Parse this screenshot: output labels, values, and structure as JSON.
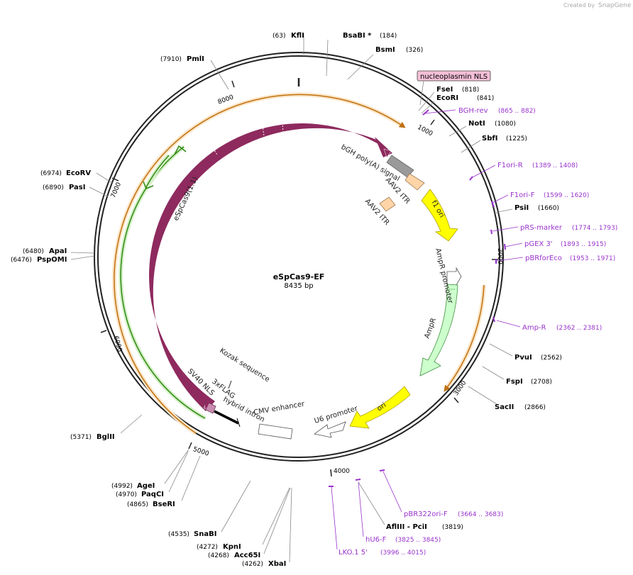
{
  "header": {
    "created_by": "Created by",
    "brand": "SnapGene"
  },
  "plasmid": {
    "name": "eSpCas9-EF",
    "size_label": "8435 bp"
  },
  "ticks": [
    "1000",
    "2000",
    "3000",
    "4000",
    "5000",
    "6000",
    "7000",
    "8000"
  ],
  "sites": [
    {
      "name": "KflI",
      "pos": "(63)"
    },
    {
      "name": "BsaBI *",
      "pos": "(184)"
    },
    {
      "name": "BsmI",
      "pos": "(326)"
    },
    {
      "name": "FseI",
      "pos": "(818)"
    },
    {
      "name": "EcoRI",
      "pos": "(841)"
    },
    {
      "name": "NotI",
      "pos": "(1080)"
    },
    {
      "name": "SbfI",
      "pos": "(1225)"
    },
    {
      "name": "PsiI",
      "pos": "(1660)"
    },
    {
      "name": "PvuI",
      "pos": "(2562)"
    },
    {
      "name": "FspI",
      "pos": "(2708)"
    },
    {
      "name": "SacII",
      "pos": "(2866)"
    },
    {
      "name": "AflIII",
      "sep": " - ",
      "name2": "PciI",
      "pos": "(3819)"
    },
    {
      "name": "SnaBI",
      "pos": "(4535)"
    },
    {
      "name": "KpnI",
      "pos": "(4272)"
    },
    {
      "name": "Acc65I",
      "pos": "(4268)"
    },
    {
      "name": "XbaI",
      "pos": "(4262)"
    },
    {
      "name": "AgeI",
      "pos": "(4992)"
    },
    {
      "name": "PaqCI",
      "pos": "(4970)"
    },
    {
      "name": "BseRI",
      "pos": "(4865)"
    },
    {
      "name": "BglII",
      "pos": "(5371)"
    },
    {
      "name": "ApaI",
      "pos": "(6480)"
    },
    {
      "name": "PspOMI",
      "pos": "(6476)"
    },
    {
      "name": "EcoRV",
      "pos": "(6974)"
    },
    {
      "name": "PasI",
      "pos": "(6890)"
    },
    {
      "name": "PmlI",
      "pos": "(7910)"
    }
  ],
  "primers": [
    {
      "name": "BGH-rev",
      "range": "(865 .. 882)"
    },
    {
      "name": "F1ori-R",
      "range": "(1389 .. 1408)"
    },
    {
      "name": "F1ori-F",
      "range": "(1599 .. 1620)"
    },
    {
      "name": "pRS-marker",
      "range": "(1774 .. 1793)"
    },
    {
      "name": "pGEX 3'",
      "range": "(1893 .. 1915)"
    },
    {
      "name": "pBRforEco",
      "range": "(1953 .. 1971)"
    },
    {
      "name": "Amp-R",
      "range": "(2362 .. 2381)"
    },
    {
      "name": "pBR322ori-F",
      "range": "(3664 .. 3683)"
    },
    {
      "name": "hU6-F",
      "range": "(3825 .. 3845)"
    },
    {
      "name": "LKO.1 5'",
      "range": "(3996 .. 4015)"
    }
  ],
  "features": {
    "nucleoplasmin": "nucleoplasmin NLS",
    "bgh": "bGH poly(A) signal",
    "aav1": "AAV2 ITR",
    "aav2": "AAV2 ITR",
    "f1ori": "f1 ori",
    "ampr_promoter": "AmpR promoter",
    "ampr": "AmpR",
    "ori": "ori",
    "u6": "U6 promoter",
    "cmv": "CMV enhancer",
    "hybrid": "hybrid intron",
    "flag": "3xFLAG",
    "sv40": "SV40 NLS",
    "kozak": "Kozak sequence",
    "cas9": "eSpCas9(1.1)"
  },
  "colors": {
    "backbone": "#222222",
    "cas9": "#8e2a5e",
    "yellow_feature": "#ffff00",
    "ampr": "#ccffcc",
    "primer": "#9933cc",
    "orange_arc": "#e8a030",
    "green_arc": "#44aa22",
    "aav_itr": "#ffd5a8",
    "bgh": "#aaaaaa",
    "label_box": "#f3bfd6"
  }
}
